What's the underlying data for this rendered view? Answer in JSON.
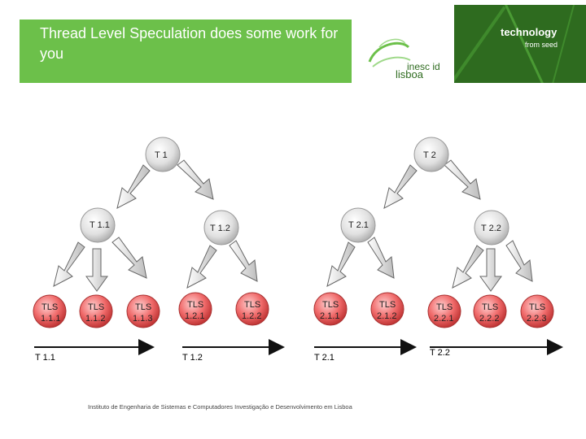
{
  "header": {
    "title": "Thread Level Speculation does some work for you",
    "logo_top": "inesc id",
    "logo_bottom": "lisboa",
    "tech_label": "technology",
    "tech_sub": "from seed",
    "accent": "#6cc04a",
    "panel": "#2e6b1f"
  },
  "diagram": {
    "threads": [
      {
        "id": "t1",
        "label": "T 1"
      },
      {
        "id": "t2",
        "label": "T 2"
      },
      {
        "id": "t11",
        "label": "T 1.1"
      },
      {
        "id": "t12",
        "label": "T 1.2"
      },
      {
        "id": "t21",
        "label": "T 2.1"
      },
      {
        "id": "t22",
        "label": "T 2.2"
      }
    ],
    "tls_nodes": [
      {
        "line1": "TLS",
        "line2": "1.1.1"
      },
      {
        "line1": "TLS",
        "line2": "1.1.2"
      },
      {
        "line1": "TLS",
        "line2": "1.1.3"
      },
      {
        "line1": "TLS",
        "line2": "1.2.1"
      },
      {
        "line1": "TLS",
        "line2": "1.2.2"
      },
      {
        "line1": "TLS",
        "line2": "2.1.1"
      },
      {
        "line1": "TLS",
        "line2": "2.1.2"
      },
      {
        "line1": "TLS",
        "line2": "2.2.1"
      },
      {
        "line1": "TLS",
        "line2": "2.2.2"
      },
      {
        "line1": "TLS",
        "line2": "2.2.3"
      }
    ],
    "timeline": [
      "T 1.1",
      "T 1.2",
      "T 2.1",
      "T 2.2"
    ]
  },
  "footer": {
    "text": "Instituto de Engenharia de Sistemas e Computadores Investigação e Desenvolvimento em Lisboa"
  }
}
